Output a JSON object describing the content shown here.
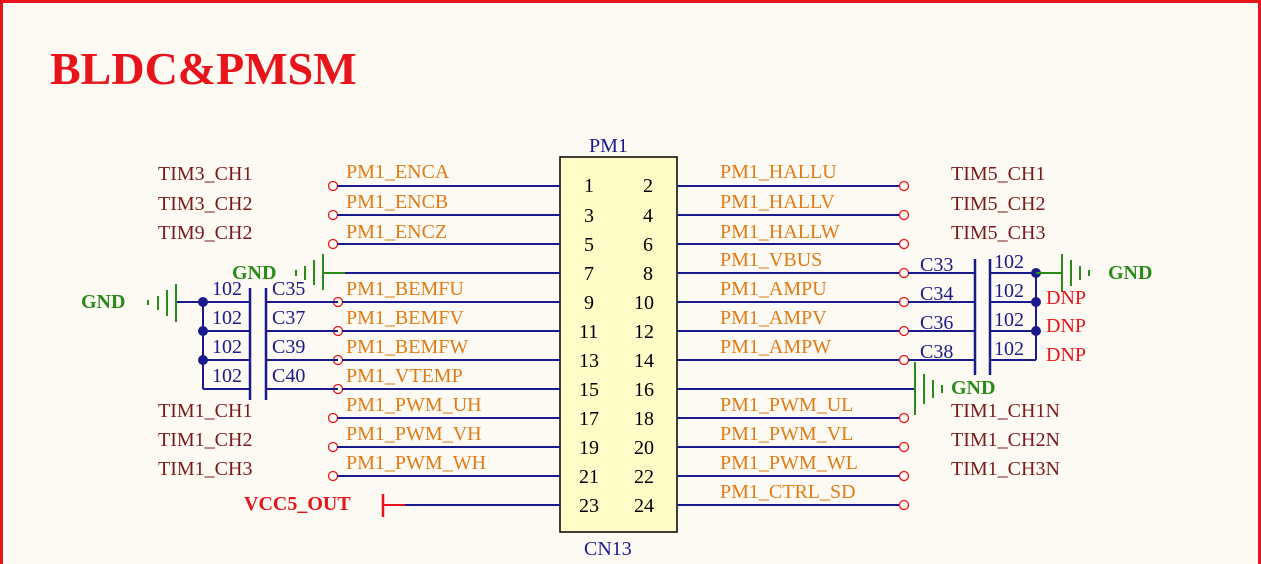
{
  "title": "BLDC&PMSM",
  "connector": {
    "ref_top": "PM1",
    "ref_bottom": "CN13"
  },
  "pins_left": [
    "1",
    "3",
    "5",
    "7",
    "9",
    "11",
    "13",
    "15",
    "17",
    "19",
    "21",
    "23"
  ],
  "pins_right": [
    "2",
    "4",
    "6",
    "8",
    "10",
    "12",
    "14",
    "16",
    "18",
    "20",
    "22",
    "24"
  ],
  "left_nets": [
    "PM1_ENCA",
    "PM1_ENCB",
    "PM1_ENCZ",
    "PM1_BEMFU",
    "PM1_BEMFV",
    "PM1_BEMFW",
    "PM1_VTEMP",
    "PM1_PWM_UH",
    "PM1_PWM_VH",
    "PM1_PWM_WH"
  ],
  "right_nets": [
    "PM1_HALLU",
    "PM1_HALLV",
    "PM1_HALLW",
    "PM1_VBUS",
    "PM1_AMPU",
    "PM1_AMPV",
    "PM1_AMPW",
    "PM1_PWM_UL",
    "PM1_PWM_VL",
    "PM1_PWM_WL",
    "PM1_CTRL_SD"
  ],
  "left_channels": [
    "TIM3_CH1",
    "TIM3_CH2",
    "TIM9_CH2",
    "TIM1_CH1",
    "TIM1_CH2",
    "TIM1_CH3"
  ],
  "right_channels": [
    "TIM5_CH1",
    "TIM5_CH2",
    "TIM5_CH3",
    "TIM1_CH1N",
    "TIM1_CH2N",
    "TIM1_CH3N"
  ],
  "caps_left": [
    {
      "ref": "C35",
      "value": "102"
    },
    {
      "ref": "C37",
      "value": "102"
    },
    {
      "ref": "C39",
      "value": "102"
    },
    {
      "ref": "C40",
      "value": "102"
    }
  ],
  "caps_right": [
    {
      "ref": "C33",
      "value": "102",
      "note": ""
    },
    {
      "ref": "C34",
      "value": "102",
      "note": "DNP"
    },
    {
      "ref": "C36",
      "value": "102",
      "note": "DNP"
    },
    {
      "ref": "C38",
      "value": "102",
      "note": "DNP"
    }
  ],
  "power": {
    "gnd": "GND",
    "vcc": "VCC5_OUT"
  },
  "colors": {
    "border": "#e8141b",
    "wire": "#1a1a8c",
    "net_label": "#e07b16",
    "channel": "#7a1a1a",
    "ground": "#2a8a1a",
    "connector_fill": "#fffcc8"
  }
}
